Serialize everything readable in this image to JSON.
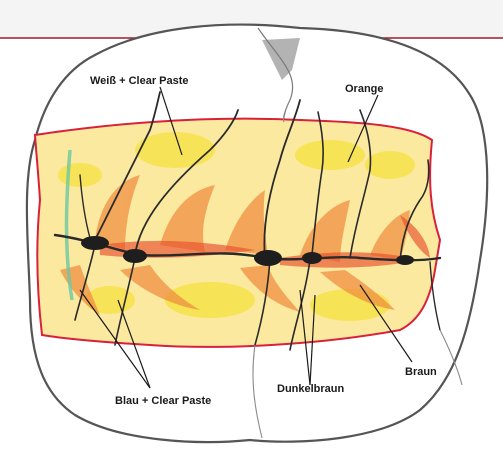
{
  "labels": {
    "weiss": "Weiß + Clear Paste",
    "orange": "Orange",
    "blau": "Blau + Clear Paste",
    "dunkelbraun": "Dunkelbraun",
    "braun": "Braun"
  },
  "colors": {
    "outline": "#555555",
    "band_border": "#d8213a",
    "band_fill": "#fbe9a0",
    "yellow": "#f6e24a",
    "orange": "#f08a3c",
    "red_orange": "#e8502e",
    "fissure": "#2a2a2a",
    "blue_green": "#6cc7a0",
    "header_line": "#9b1d2a",
    "cusp_gray": "#9a9a9a"
  }
}
